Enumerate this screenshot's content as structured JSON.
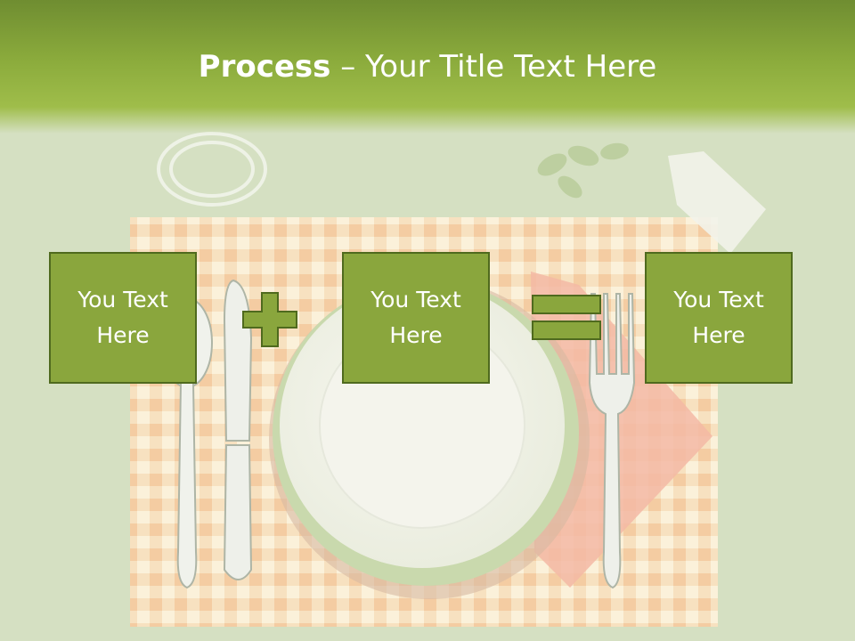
{
  "slide": {
    "title_bold": "Process",
    "title_dash": " – ",
    "title_rest": "Your Title Text Here",
    "boxes": [
      {
        "line1": "You Text",
        "line2": "Here"
      },
      {
        "line1": "You Text",
        "line2": "Here"
      },
      {
        "line1": "You Text",
        "line2": "Here"
      }
    ],
    "operators": [
      "plus",
      "equals"
    ]
  },
  "colors": {
    "header": "#8bab3c",
    "box_fill": "#8aa63d",
    "box_border": "#4f6a1e",
    "background": "#d5e0c2",
    "text": "#ffffff"
  }
}
